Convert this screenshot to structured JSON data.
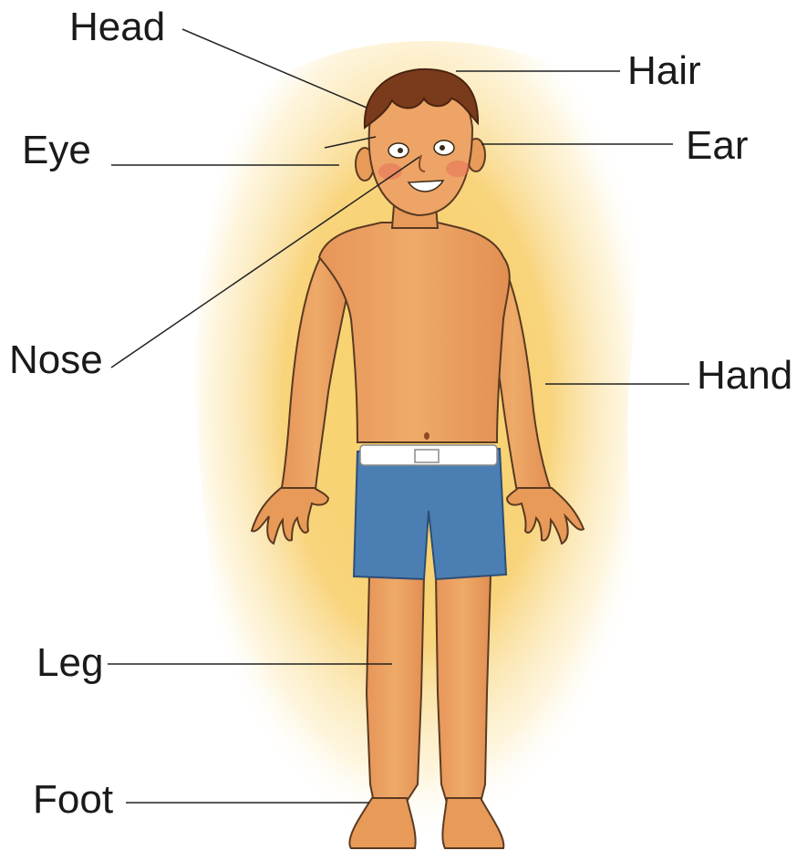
{
  "labels": {
    "head": "Head",
    "hair": "Hair",
    "eye": "Eye",
    "ear": "Ear",
    "nose": "Nose",
    "hand": "Hand",
    "leg": "Leg",
    "foot": "Foot"
  },
  "colors": {
    "glow": "#f7c94a",
    "skin": "#e8a25a",
    "skin_shade": "#d98a45",
    "hair": "#7a3b1c",
    "shorts": "#4b7fb3",
    "belt": "#ffffff",
    "line": "#222222"
  }
}
